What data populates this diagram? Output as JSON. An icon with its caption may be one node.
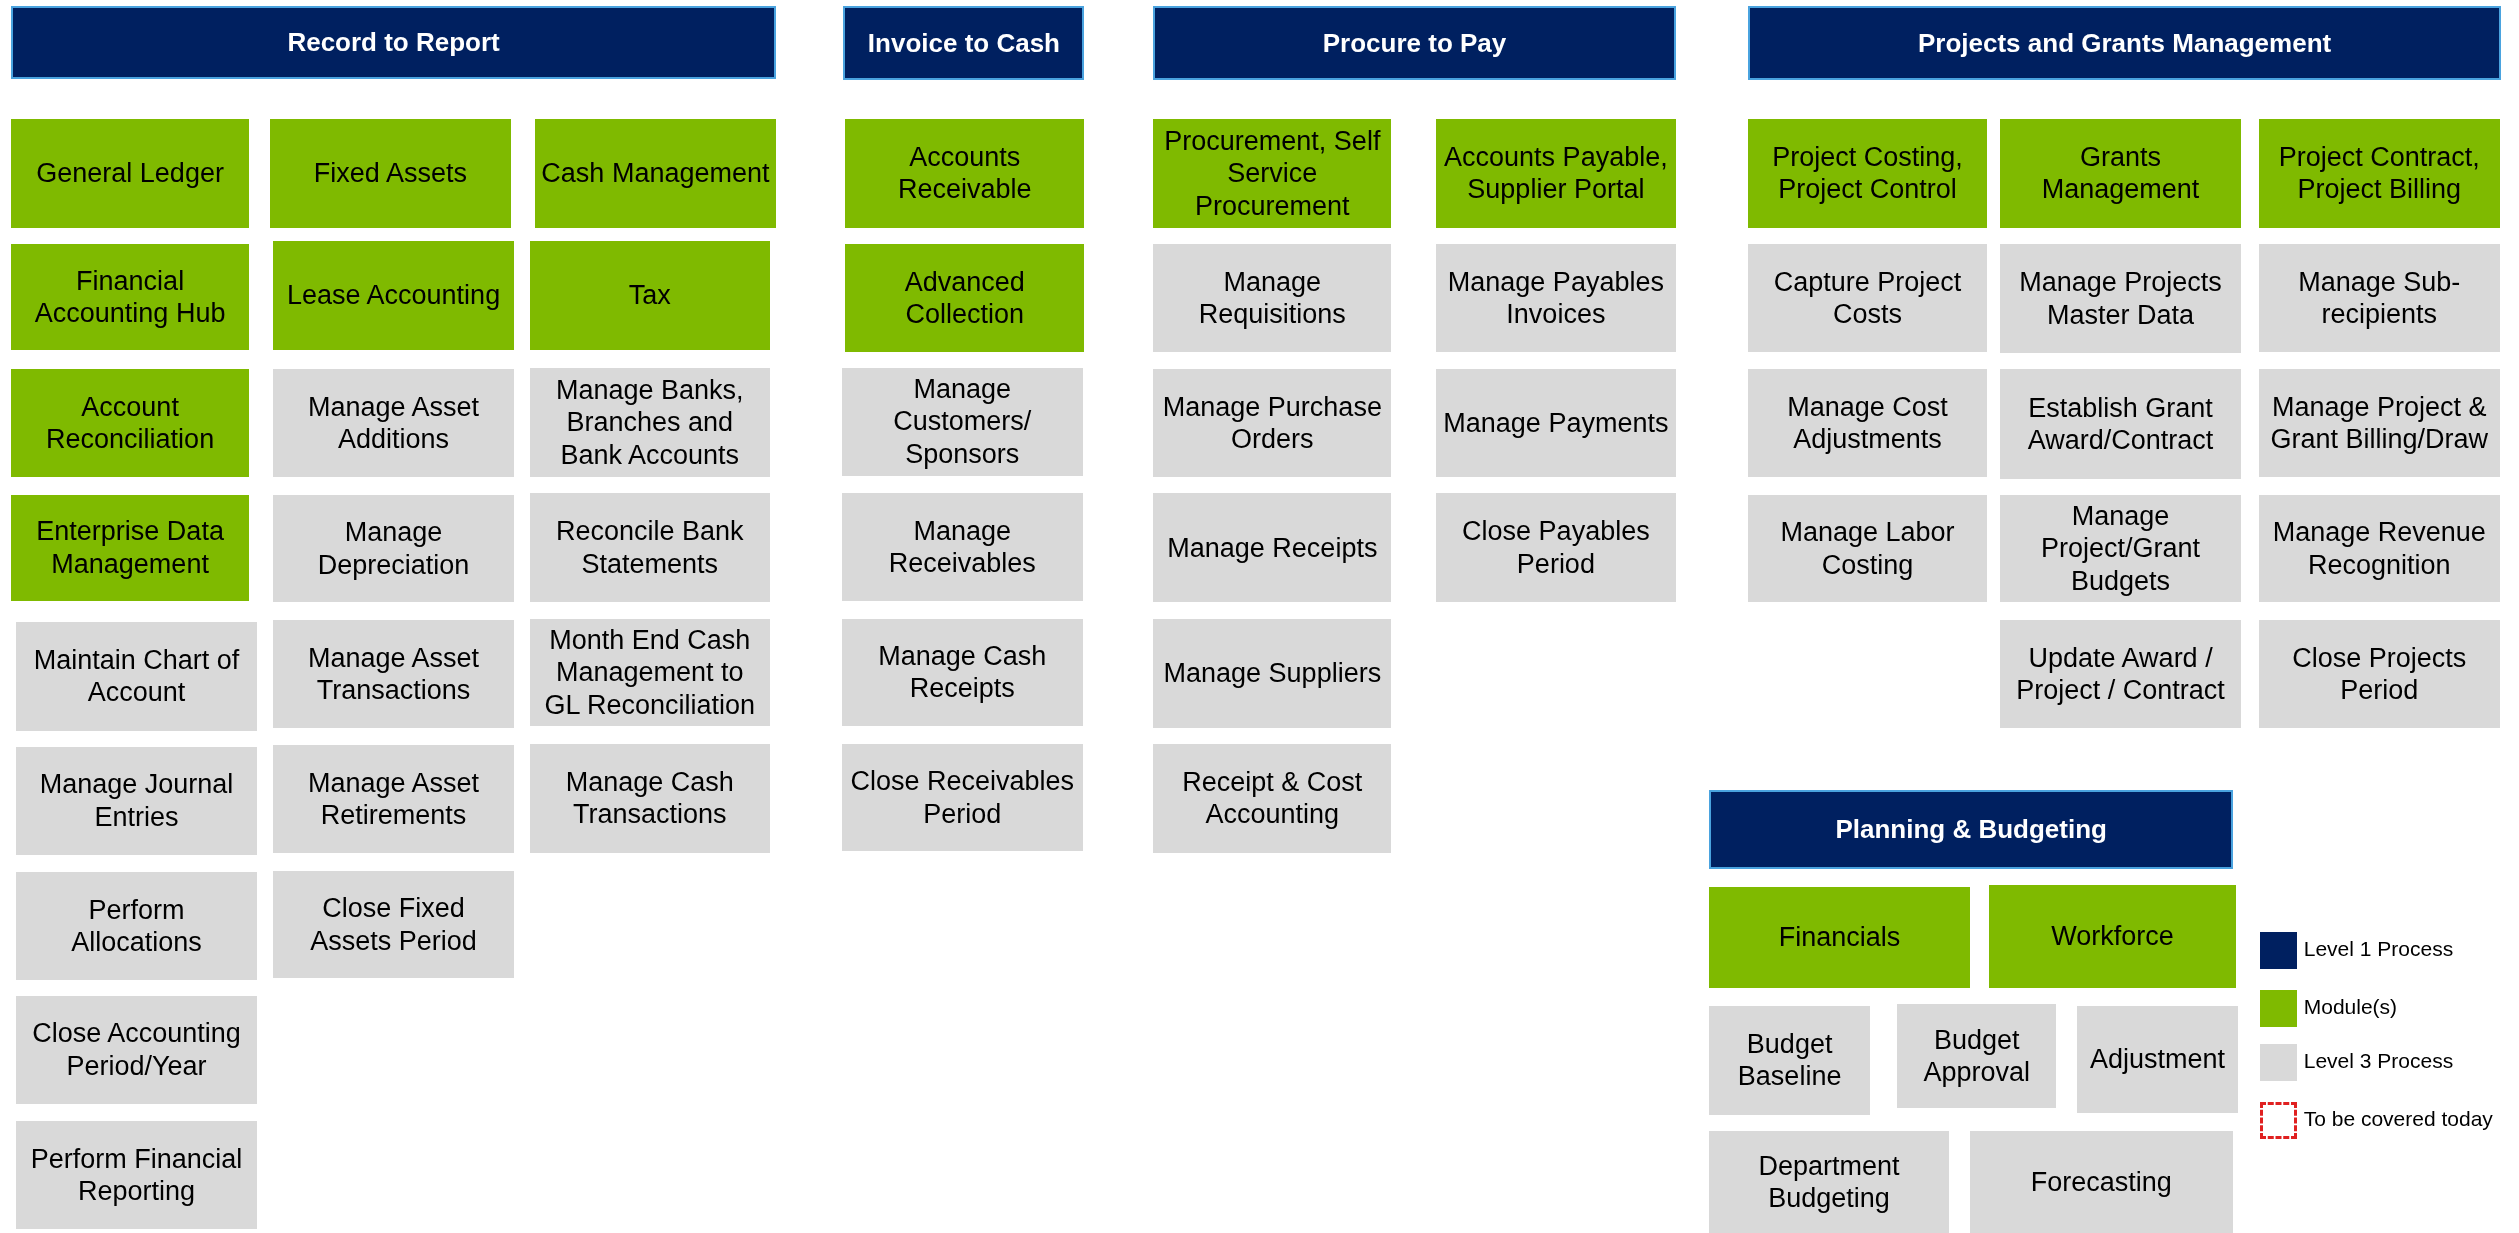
{
  "diagram": {
    "nodes": [
      {
        "text": [
          "Record to Report"
        ]
      },
      {
        "text": [
          "General Ledger"
        ]
      },
      {
        "text": [
          "Financial Accounting Hub"
        ]
      },
      {
        "text": [
          "Account Reconciliation"
        ]
      },
      {
        "text": [
          "Enterprise Data Management"
        ]
      },
      {
        "text": [
          "Maintain Chart of Account"
        ]
      },
      {
        "text": [
          "Manage Journal Entries"
        ]
      },
      {
        "text": [
          "Perform Allocations"
        ]
      },
      {
        "text": [
          "Close Accounting Period/Year"
        ]
      },
      {
        "text": [
          "Perform Financial Reporting"
        ]
      },
      {
        "text": [
          "Fixed Assets"
        ]
      },
      {
        "text": [
          "Lease Accounting"
        ]
      },
      {
        "text": [
          "Manage Asset Additions"
        ]
      },
      {
        "text": [
          "Manage Depreciation"
        ]
      },
      {
        "text": [
          "Manage Asset Transactions"
        ]
      },
      {
        "text": [
          "Manage Asset Retirements"
        ]
      },
      {
        "text": [
          "Close Fixed Assets Period"
        ]
      },
      {
        "text": [
          "Cash Management"
        ]
      },
      {
        "text": [
          "Tax"
        ]
      },
      {
        "text": [
          "Manage Banks, Branches and Bank Accounts"
        ]
      },
      {
        "text": [
          "Reconcile Bank Statements"
        ]
      },
      {
        "text": [
          "Month End Cash Management to GL Reconciliation"
        ]
      },
      {
        "text": [
          "Manage Cash Transactions"
        ]
      },
      {
        "text": [
          "Invoice to Cash"
        ]
      },
      {
        "text": [
          "Accounts Receivable"
        ]
      },
      {
        "text": [
          "Advanced Collection"
        ]
      },
      {
        "text": [
          "Manage Customers/ Sponsors"
        ]
      },
      {
        "text": [
          "Manage Receivables"
        ]
      },
      {
        "text": [
          "Manage Cash Receipts"
        ]
      },
      {
        "text": [
          "Close Receivables Period"
        ]
      },
      {
        "text": [
          "Procure to Pay"
        ]
      },
      {
        "text": [
          "Procurement, Self Service Procurement"
        ]
      },
      {
        "text": [
          "Manage Requisitions"
        ]
      },
      {
        "text": [
          "Manage Purchase Orders"
        ]
      },
      {
        "text": [
          "Manage Receipts"
        ]
      },
      {
        "text": [
          "Manage Suppliers"
        ]
      },
      {
        "text": [
          "Receipt & Cost Accounting"
        ]
      },
      {
        "text": [
          "Accounts Payable, Supplier Portal"
        ]
      },
      {
        "text": [
          "Manage Payables Invoices"
        ]
      },
      {
        "text": [
          "Manage Payments"
        ]
      },
      {
        "text": [
          "Close Payables Period"
        ]
      },
      {
        "text": [
          "Projects and Grants Management"
        ]
      },
      {
        "text": [
          "Project Costing, Project Control"
        ]
      },
      {
        "text": [
          "Capture Project Costs"
        ]
      },
      {
        "text": [
          "Manage Cost Adjustments"
        ]
      },
      {
        "text": [
          "Manage Labor Costing"
        ]
      },
      {
        "text": [
          "Grants Management"
        ]
      },
      {
        "text": [
          "Manage Projects Master Data"
        ]
      },
      {
        "text": [
          "Establish Grant Award/Contract"
        ]
      },
      {
        "text": [
          "Manage Project/Grant Budgets"
        ]
      },
      {
        "text": [
          "Update Award / Project / Contract"
        ]
      },
      {
        "text": [
          "Project Contract, Project Billing"
        ]
      },
      {
        "text": [
          "Manage Sub-recipients"
        ]
      },
      {
        "text": [
          "Manage Project & Grant Billing/Draw"
        ]
      },
      {
        "text": [
          "Manage Revenue Recognition"
        ]
      },
      {
        "text": [
          "Close Projects Period"
        ]
      },
      {
        "text": [
          "Planning & Budgeting"
        ]
      },
      {
        "text": [
          "Financials"
        ]
      },
      {
        "text": [
          "Workforce"
        ]
      },
      {
        "text": [
          "Budget Baseline"
        ]
      },
      {
        "text": [
          "Budget Approval"
        ]
      },
      {
        "text": [
          "Adjustment"
        ]
      },
      {
        "text": [
          "Department Budgeting"
        ]
      },
      {
        "text": [
          "Forecasting"
        ]
      }
    ],
    "legend": [
      {
        "text": "Level 1 Process",
        "color": "#002060"
      },
      {
        "text": "Module(s)",
        "color": "#7fba00"
      },
      {
        "text": "Level 3 Process",
        "color": "#d9d9d9"
      },
      {
        "text": "To be covered today"
      }
    ]
  }
}
